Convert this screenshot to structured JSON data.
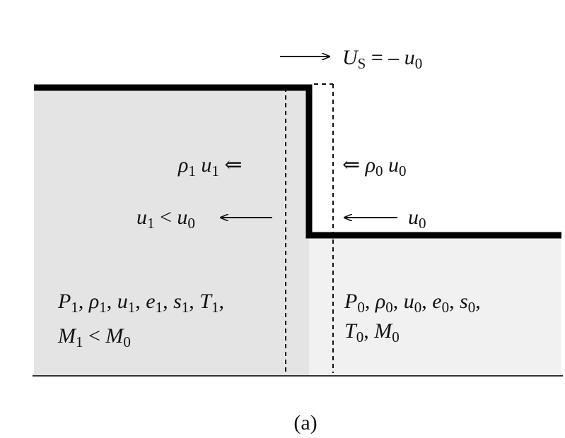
{
  "labels": {
    "shock_speed": {
      "var": "U",
      "sub": "S",
      "rest": " = – ",
      "var2": "u",
      "sub2": "0"
    },
    "mass_flux_left": {
      "v1": "ρ",
      "s1": "1",
      "v2": "u",
      "s2": "1",
      "arrow": "⇐"
    },
    "mass_flux_right": {
      "arrow": "⇐",
      "v1": "ρ",
      "s1": "0",
      "v2": "u",
      "s2": "0"
    },
    "velocity_left": {
      "v1": "u",
      "s1": "1",
      "op": " < ",
      "v2": "u",
      "s2": "0"
    },
    "velocity_right": {
      "v": "u",
      "s": "0"
    },
    "state_left_line1": [
      {
        "v": "P",
        "s": "1"
      },
      {
        "v": "ρ",
        "s": "1"
      },
      {
        "v": "u",
        "s": "1"
      },
      {
        "v": "e",
        "s": "1"
      },
      {
        "v": "s",
        "s": "1"
      },
      {
        "v": "T",
        "s": "1"
      }
    ],
    "state_left_line2": {
      "v1": "M",
      "s1": "1",
      "op": " < ",
      "v2": "M",
      "s2": "0"
    },
    "state_right_line1": [
      {
        "v": "P",
        "s": "0"
      },
      {
        "v": "ρ",
        "s": "0"
      },
      {
        "v": "u",
        "s": "0"
      },
      {
        "v": "e",
        "s": "0"
      },
      {
        "v": "s",
        "s": "0"
      }
    ],
    "state_right_line2": [
      {
        "v": "T",
        "s": "0"
      },
      {
        "v": "M",
        "s": "0"
      }
    ],
    "caption": "(a)"
  },
  "colors": {
    "region_left": "#e4e4e4",
    "region_right": "#f1f1f1",
    "wall": "#000000",
    "text": "#111111"
  }
}
